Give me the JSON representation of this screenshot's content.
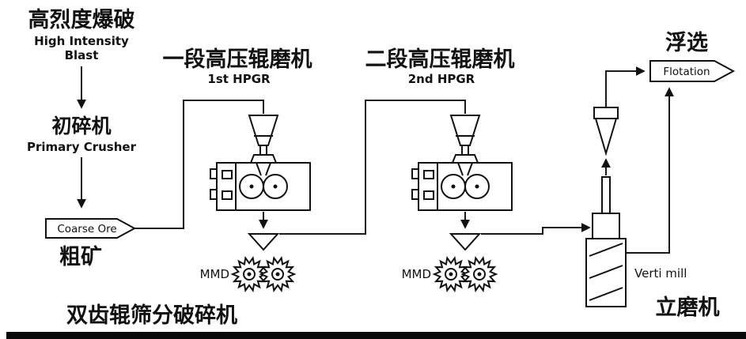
{
  "labels": {
    "blast_cn": "高烈度爆破",
    "blast_en1": "High Intensity",
    "blast_en2": "Blast",
    "primary_crusher_cn": "初碎机",
    "primary_crusher_en": "Primary Crusher",
    "coarse_ore_en": "Coarse Ore",
    "coarse_ore_cn": "粗矿",
    "hpgr1_cn": "一段高压辊磨机",
    "hpgr1_en": "1st HPGR",
    "hpgr2_cn": "二段高压辊磨机",
    "hpgr2_en": "2nd HPGR",
    "mmd1": "MMD",
    "mmd2": "MMD",
    "sizer_cn": "双齿辊筛分破碎机",
    "flotation_cn": "浮选",
    "flotation_en": "Flotation",
    "vertimill_en": "Verti mill",
    "vertimill_cn": "立磨机"
  },
  "colors": {
    "line": "#1a1a1a",
    "background": "#ffffff",
    "text": "#111111"
  }
}
